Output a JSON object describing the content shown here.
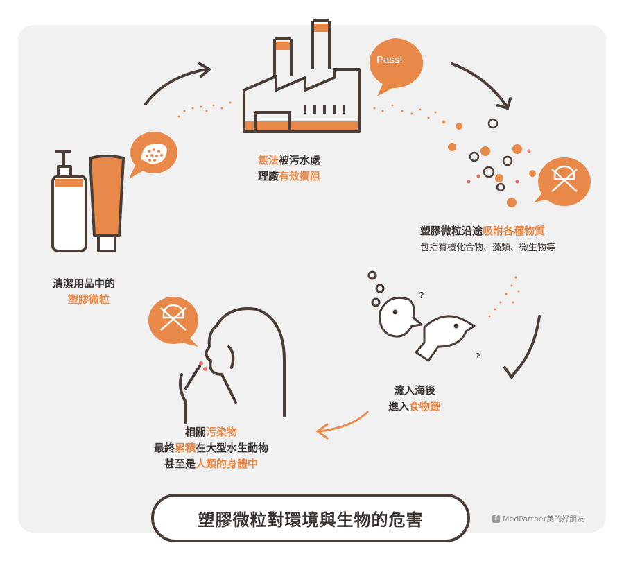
{
  "panel_bg": "#f1f1f1",
  "accent": "#e8894a",
  "dark": "#4a3d38",
  "steps": {
    "factory": {
      "part1": "無法",
      "part2": "被污水處",
      "part3": "理廠",
      "part4": "有效攔阻"
    },
    "bubble_pass": "Pass!",
    "adsorb": {
      "part1": "塑膠微粒沿途",
      "part2": "吸附各種物質",
      "sub": "包括有機化合物、藻類、微生物等"
    },
    "products": {
      "line1": "清潔用品中的",
      "line2": "塑膠微粒"
    },
    "sea": {
      "line1": "流入海後",
      "part2": "進入",
      "part3": "食物鏈"
    },
    "pollutants": {
      "part1": "相關",
      "part2": "污染物",
      "part3": "最終",
      "part4": "累積",
      "part5": "在大型水生動物",
      "part6": "甚至是",
      "part7": "人類的身體中"
    }
  },
  "title": "塑膠微粒對環境與生物的危害",
  "credit": {
    "fb_icon": "f",
    "text": "MedPartner美的好朋友"
  }
}
